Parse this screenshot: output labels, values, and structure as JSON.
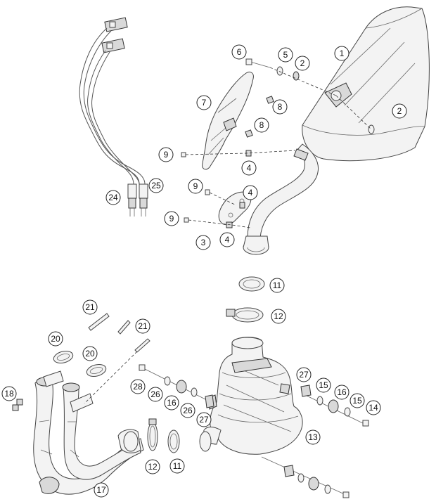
{
  "diagram": {
    "callouts": [
      {
        "id": "c1",
        "label": "1"
      },
      {
        "id": "c2a",
        "label": "2"
      },
      {
        "id": "c2b",
        "label": "2"
      },
      {
        "id": "c3",
        "label": "3"
      },
      {
        "id": "c4a",
        "label": "4"
      },
      {
        "id": "c4b",
        "label": "4"
      },
      {
        "id": "c4c",
        "label": "4"
      },
      {
        "id": "c5",
        "label": "5"
      },
      {
        "id": "c6",
        "label": "6"
      },
      {
        "id": "c7",
        "label": "7"
      },
      {
        "id": "c8a",
        "label": "8"
      },
      {
        "id": "c8b",
        "label": "8"
      },
      {
        "id": "c9a",
        "label": "9"
      },
      {
        "id": "c9b",
        "label": "9"
      },
      {
        "id": "c9c",
        "label": "9"
      },
      {
        "id": "c11a",
        "label": "11"
      },
      {
        "id": "c11b",
        "label": "11"
      },
      {
        "id": "c12a",
        "label": "12"
      },
      {
        "id": "c12b",
        "label": "12"
      },
      {
        "id": "c13",
        "label": "13"
      },
      {
        "id": "c14",
        "label": "14"
      },
      {
        "id": "c15a",
        "label": "15"
      },
      {
        "id": "c15b",
        "label": "15"
      },
      {
        "id": "c16a",
        "label": "16"
      },
      {
        "id": "c16b",
        "label": "16"
      },
      {
        "id": "c17",
        "label": "17"
      },
      {
        "id": "c18",
        "label": "18"
      },
      {
        "id": "c20a",
        "label": "20"
      },
      {
        "id": "c20b",
        "label": "20"
      },
      {
        "id": "c21a",
        "label": "21"
      },
      {
        "id": "c21b",
        "label": "21"
      },
      {
        "id": "c24",
        "label": "24"
      },
      {
        "id": "c25",
        "label": "25"
      },
      {
        "id": "c26a",
        "label": "26"
      },
      {
        "id": "c26b",
        "label": "26"
      },
      {
        "id": "c27a",
        "label": "27"
      },
      {
        "id": "c27b",
        "label": "27"
      },
      {
        "id": "c28",
        "label": "28"
      }
    ]
  }
}
